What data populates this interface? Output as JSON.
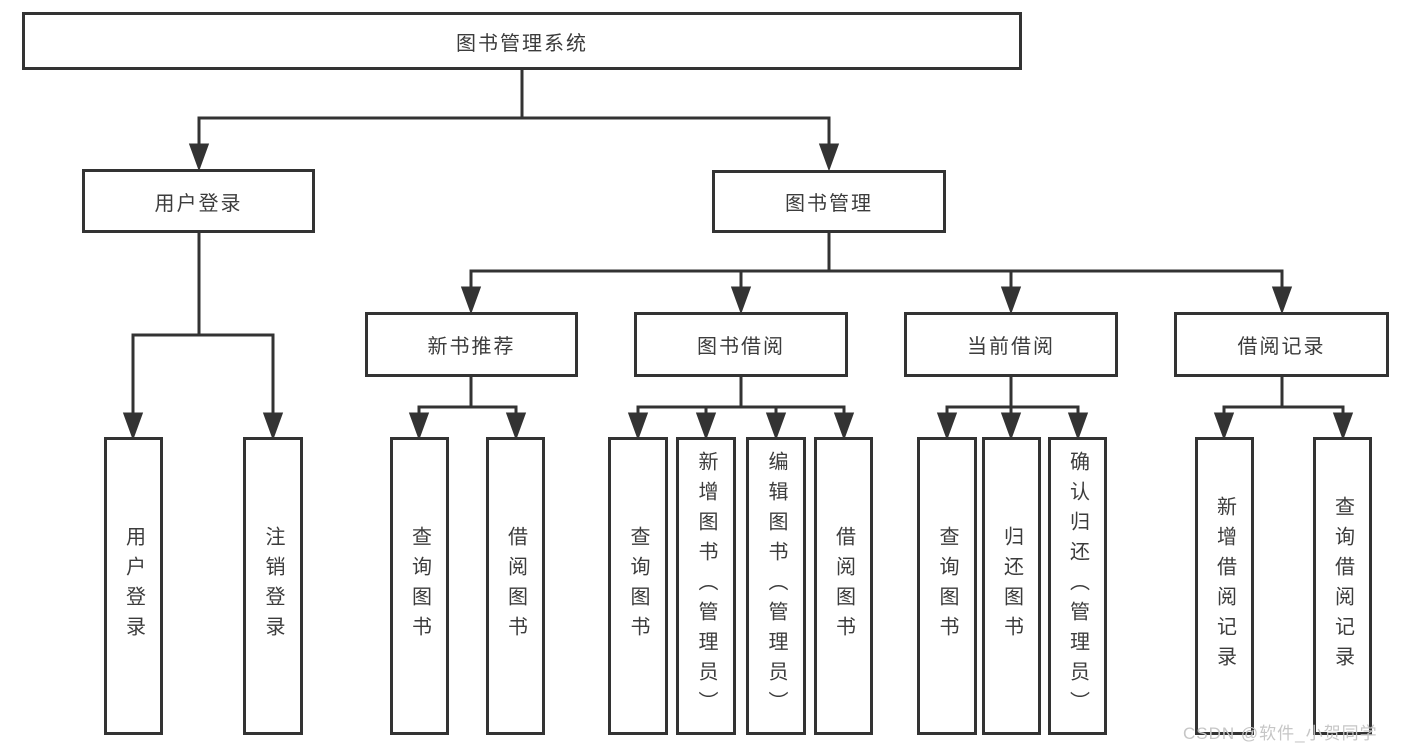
{
  "tree": {
    "label": "图书管理系统",
    "children": [
      {
        "label": "用户登录",
        "children": [
          {
            "label": "用户登录"
          },
          {
            "label": "注销登录"
          }
        ]
      },
      {
        "label": "图书管理",
        "children": [
          {
            "label": "新书推荐",
            "children": [
              {
                "label": "查询图书"
              },
              {
                "label": "借阅图书"
              }
            ]
          },
          {
            "label": "图书借阅",
            "children": [
              {
                "label": "查询图书"
              },
              {
                "label": "新增图书（管理员）"
              },
              {
                "label": "编辑图书（管理员）"
              },
              {
                "label": "借阅图书"
              }
            ]
          },
          {
            "label": "当前借阅",
            "children": [
              {
                "label": "查询图书"
              },
              {
                "label": "归还图书"
              },
              {
                "label": "确认归还（管理员）"
              }
            ]
          },
          {
            "label": "借阅记录",
            "children": [
              {
                "label": "新增借阅记录"
              },
              {
                "label": "查询借阅记录"
              }
            ]
          }
        ]
      }
    ]
  },
  "watermark": "CSDN @软件_小贺同学",
  "colors": {
    "line": "#333333",
    "box_border": "#333333",
    "box_fill": "#ffffff",
    "text": "#3c3c3c",
    "watermark": "#c6c6c6",
    "background": "#ffffff"
  }
}
